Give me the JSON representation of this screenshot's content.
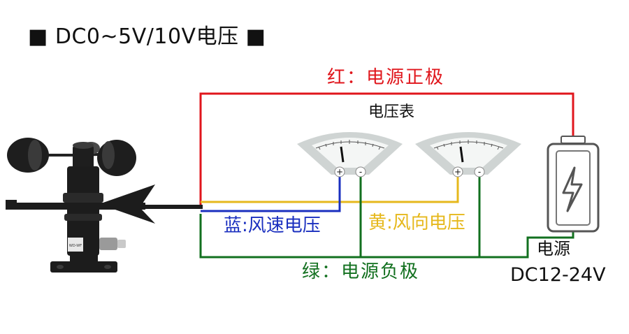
{
  "title": "■ DC0~5V/10V电压 ■",
  "labels": {
    "red": "红：电源正极",
    "meter_title": "电压表",
    "blue": "蓝:风速电压",
    "yellow": "黄:风向电压",
    "green": "绿：电源负极",
    "power_line1": "电源",
    "power_line2": "DC12-24V"
  },
  "meters": [
    {
      "plus": "+",
      "minus": "-"
    },
    {
      "plus": "+",
      "minus": "-"
    }
  ],
  "sensor_tag": "WD-WF",
  "colors": {
    "red_wire": "#e0161c",
    "yellow_wire": "#e6b81c",
    "blue_wire": "#1a2fbf",
    "green_wire": "#12701f",
    "meter_face": "#cfd4d3",
    "sensor_body": "#1c1c1c"
  },
  "icons": {
    "battery": "lightning-bolt-battery-icon",
    "sensor": "wind-speed-direction-sensor-icon"
  }
}
